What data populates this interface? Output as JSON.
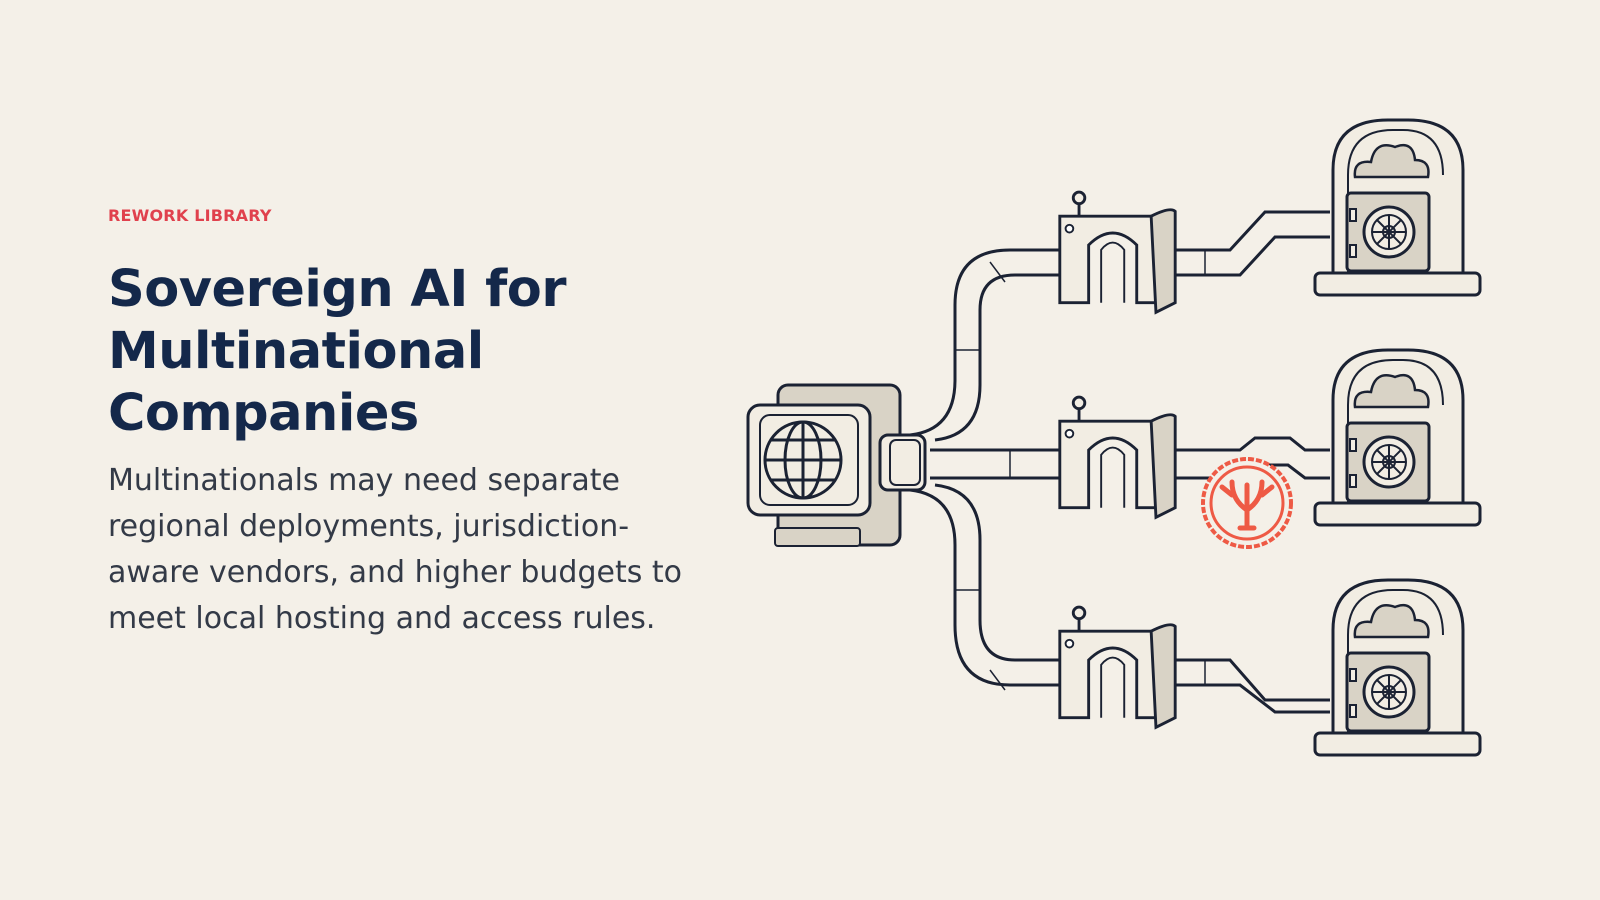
{
  "eyebrow": "REWORK LIBRARY",
  "title": "Sovereign AI for Multinational Companies",
  "body": "Multinationals may need separate regional deployments, jurisdiction-aware vendors, and higher budgets to meet local hosting and access rules.",
  "illustration": {
    "hub_icon": "globe-icon",
    "vault_icon": "cloud-vault-icon",
    "gateway_icon": "arch-gateway-icon",
    "seal_icon": "coral-seal-icon",
    "colors": {
      "stroke": "#1b2233",
      "fill": "#f2ede3",
      "shade": "#d9d3c6",
      "accent": "#ee5a45"
    }
  }
}
